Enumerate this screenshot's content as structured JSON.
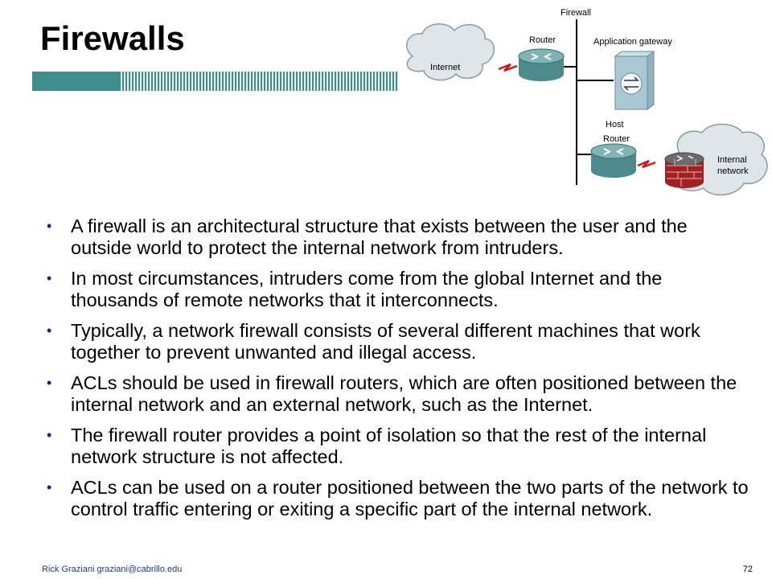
{
  "slide": {
    "title": "Firewalls",
    "colors": {
      "accent_teal": "#3e8e8e",
      "bullet": "#0b2a8c",
      "footer": "#1a3aa8"
    }
  },
  "diagram": {
    "label_firewall": "Firewall",
    "label_router": "Router",
    "label_app_gateway": "Application gateway",
    "label_internet": "Internet",
    "label_host": "Host",
    "label_host_router": "Router",
    "label_internal_1": "Internal",
    "label_internal_2": "network"
  },
  "bullets": [
    "A firewall is an architectural structure that exists between the user and the outside world to protect the internal network from intruders.",
    "In most circumstances, intruders come from the global Internet and the thousands of remote networks that it interconnects.",
    "Typically, a network firewall consists of several different machines that work together to prevent unwanted and illegal access.",
    "ACLs should be used in firewall routers, which are often positioned between the internal network and an external network, such as the Internet.",
    "The firewall router provides a point of isolation so that the rest of the internal network structure is not affected.",
    "ACLs can be used on a router positioned between the two parts of the network to control traffic entering or exiting a specific part of the internal network."
  ],
  "footer": {
    "author": "Rick Graziani  graziani@cabrillo.edu",
    "page_number": "72"
  }
}
